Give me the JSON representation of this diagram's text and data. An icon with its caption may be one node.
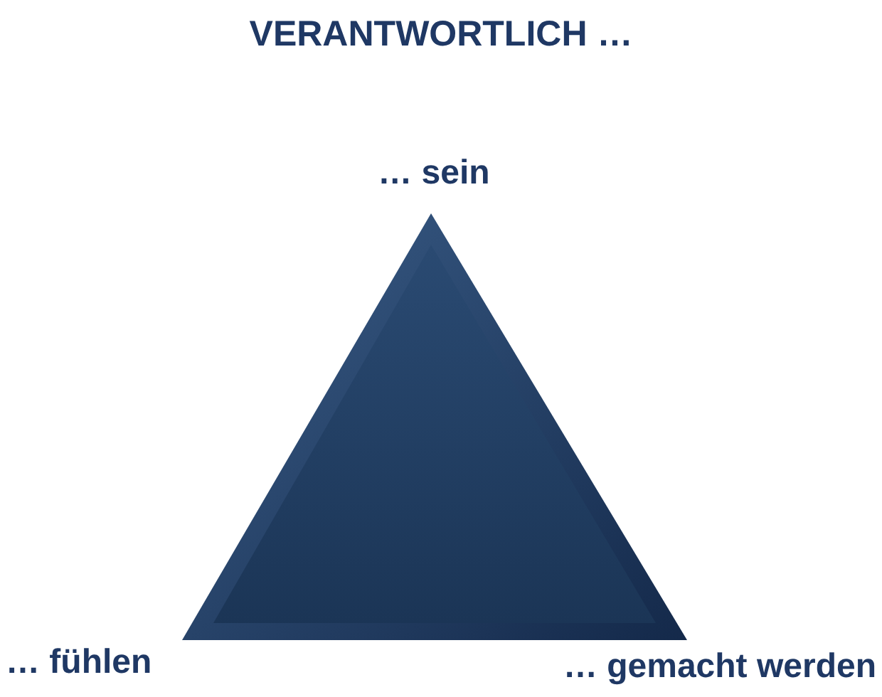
{
  "diagram": {
    "title": "VERANTWORTLICH …",
    "labels": [
      "… sein",
      "… fühlen",
      "… gemacht werden"
    ]
  }
}
